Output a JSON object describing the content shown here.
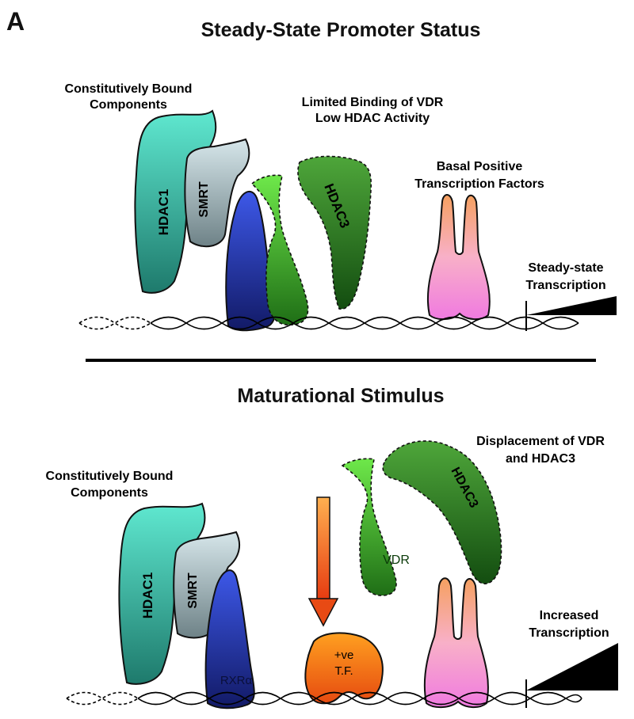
{
  "panel_letter": "A",
  "top": {
    "title": "Steady-State Promoter Status",
    "constitutive_line1": "Constitutively Bound",
    "constitutive_line2": "Components",
    "limited_line1": "Limited Binding of VDR",
    "limited_line2": "Low HDAC Activity",
    "basal_line1": "Basal Positive",
    "basal_line2": "Transcription Factors",
    "steady_line1": "Steady-state",
    "steady_line2": "Transcription",
    "proteins": {
      "hdac1": "HDAC1",
      "smrt": "SMRT",
      "hdac3": "HDAC3"
    }
  },
  "bottom": {
    "title": "Maturational Stimulus",
    "constitutive_line1": "Constitutively Bound",
    "constitutive_line2": "Components",
    "displacement_line1": "Displacement of VDR",
    "displacement_line2": "and HDAC3",
    "increased_line1": "Increased",
    "increased_line2": "Transcription",
    "proteins": {
      "hdac1": "HDAC1",
      "smrt": "SMRT",
      "hdac3": "HDAC3",
      "vdr": "VDR",
      "rxr": "RXRα",
      "tf_line1": "+ve",
      "tf_line2": "T.F."
    }
  },
  "colors": {
    "hdac1": "#2fae9a",
    "smrt": "#8fa5ac",
    "rxr": "#1f2fa8",
    "vdr": "#3aa12a",
    "hdac3": "#2e7d22",
    "tf_pink": "#f0a0d8",
    "tf_orange": "#f08a1c",
    "arrow": "#f06a18"
  }
}
